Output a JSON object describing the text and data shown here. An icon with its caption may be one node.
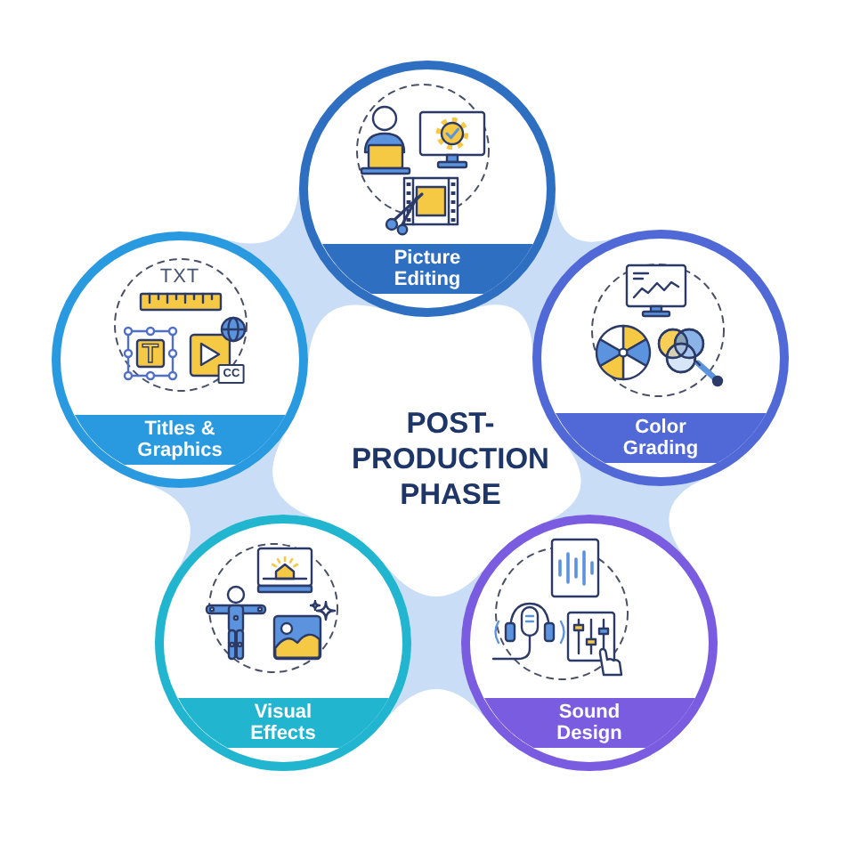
{
  "diagram": {
    "title": "POST-PRODUCTION PHASE",
    "nodes": [
      {
        "text": [
          "Picture Editing"
        ]
      },
      {
        "text": [
          "Titles & Graphics"
        ]
      },
      {
        "text": [
          "Color Grading"
        ]
      },
      {
        "text": [
          "Visual Effects"
        ]
      },
      {
        "text": [
          "Sound Design"
        ]
      }
    ],
    "edges": [
      {
        "from": 0,
        "to": 1,
        "arrow": "none"
      },
      {
        "from": 0,
        "to": 2,
        "arrow": "none"
      },
      {
        "from": 2,
        "to": 4,
        "arrow": "none"
      },
      {
        "from": 4,
        "to": 3,
        "arrow": "none"
      },
      {
        "from": 3,
        "to": 1,
        "arrow": "none"
      }
    ],
    "labels": [
      "TXT",
      "T",
      "CC"
    ]
  }
}
